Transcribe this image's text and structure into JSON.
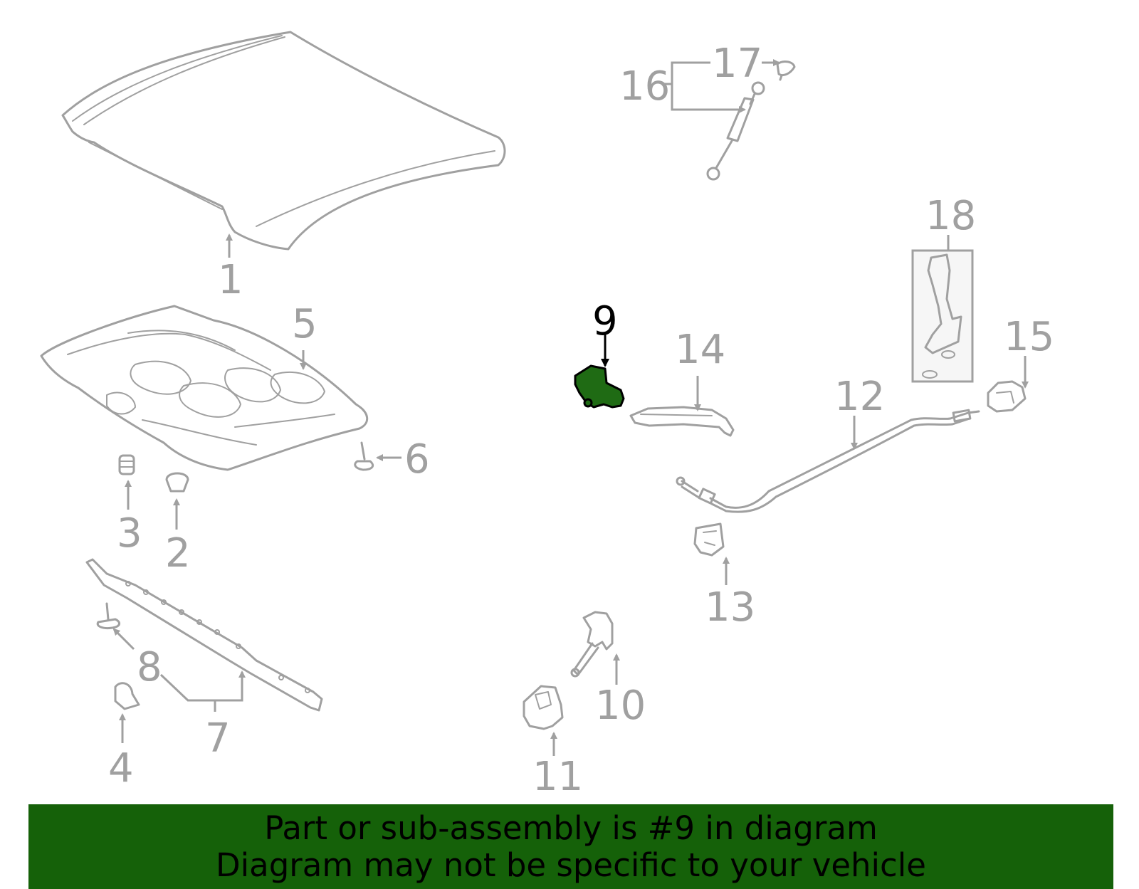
{
  "diagram": {
    "highlighted_part": "9",
    "highlight_color": "#1f6b14",
    "banner_color": "#156109",
    "callouts": {
      "c1": "1",
      "c2": "2",
      "c3": "3",
      "c4": "4",
      "c5": "5",
      "c6": "6",
      "c7": "7",
      "c8": "8",
      "c9": "9",
      "c10": "10",
      "c11": "11",
      "c12": "12",
      "c13": "13",
      "c14": "14",
      "c15": "15",
      "c16": "16",
      "c17": "17",
      "c18": "18"
    }
  },
  "banner": {
    "line1": "Part or sub-assembly is #9 in diagram",
    "line2": "Diagram may not be specific to your vehicle"
  }
}
